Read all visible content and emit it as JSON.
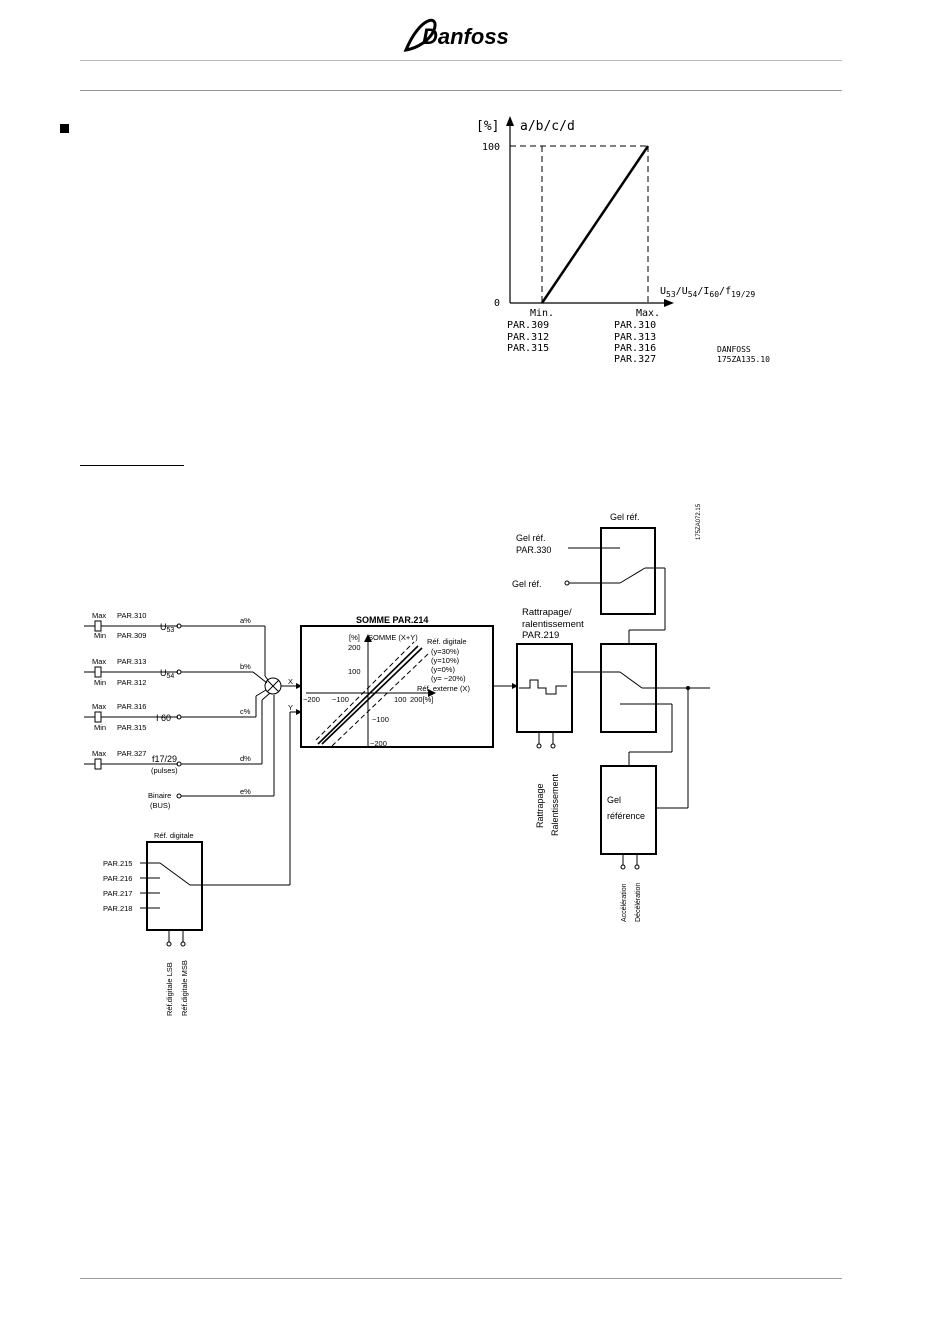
{
  "header": {
    "logo_text": "Danfoss"
  },
  "scaling_chart": {
    "y_unit": "[%]",
    "y_label": "a/b/c/d",
    "y_tick_top": "100",
    "y_tick_bottom": "0",
    "x_label_main": "U",
    "x_sub_1": "53",
    "x_sep_1": "/U",
    "x_sub_2": "54",
    "x_sep_2": "/I",
    "x_sub_3": "60",
    "x_sep_3": "/f",
    "x_sub_4": "19/29",
    "min_label": "Min.",
    "max_label": "Max.",
    "min_pars": [
      "PAR.309",
      "PAR.312",
      "PAR.315"
    ],
    "max_pars": [
      "PAR.310",
      "PAR.313",
      "PAR.316",
      "PAR.327"
    ],
    "credit_1": "DANFOSS",
    "credit_2": "175ZA135.10"
  },
  "block_diagram": {
    "ref_code": "175ZA072.15",
    "inputs": [
      {
        "max": "Max",
        "min": "Min",
        "par_max": "PAR.310",
        "par_min": "PAR.309",
        "name_main": "U",
        "name_sub": "53",
        "weight": "a%"
      },
      {
        "max": "Max",
        "min": "Min",
        "par_max": "PAR.313",
        "par_min": "PAR.312",
        "name_main": "U",
        "name_sub": "54",
        "weight": "b%"
      },
      {
        "max": "Max",
        "min": "Min",
        "par_max": "PAR.316",
        "par_min": "PAR.315",
        "name_main": "I 60",
        "name_sub": "",
        "weight": "c%"
      },
      {
        "max": "Max",
        "min": "",
        "par_max": "PAR.327",
        "par_min": "",
        "name_main": "f17/29",
        "name_sub": "(pulses)",
        "weight": "d%"
      }
    ],
    "binary_label_1": "Binaire",
    "binary_label_2": "(BUS)",
    "binary_weight": "e%",
    "x_label": "X",
    "y_label": "Y",
    "somme": {
      "title": "SOMME PAR.214",
      "unit": "[%]",
      "axis_title": "SOMME (X+Y)",
      "digital_title": "Réf. digitale",
      "cases": [
        "(y=30%)",
        "(y=10%)",
        "(y=0%)",
        "(y= −20%)"
      ],
      "ext_label": "Réf. externe (X)",
      "y_ticks": [
        "200",
        "100",
        "−100",
        "−200"
      ],
      "x_ticks": [
        "−200",
        "−100",
        "100",
        "200[%]"
      ]
    },
    "digital_ref": {
      "title": "Réf. digitale",
      "pars": [
        "PAR.215",
        "PAR.216",
        "PAR.217",
        "PAR.218"
      ],
      "lsb": "Réf.digitale LSB",
      "msb": "Réf.digitale MSB"
    },
    "catchup": {
      "title_1": "Rattrapage/",
      "title_2": "ralentissement",
      "par": "PAR.219",
      "in_1": "Rattrapage",
      "in_2": "Ralentissement"
    },
    "gel_ref_top": {
      "title": "Gel réf.",
      "par_label_1": "Gel réf.",
      "par_label_2": "PAR.330",
      "input_label": "Gel réf."
    },
    "gel_reference": {
      "label_1": "Gel",
      "label_2": "référence",
      "in_1": "Accélération",
      "in_2": "Décélération"
    }
  }
}
